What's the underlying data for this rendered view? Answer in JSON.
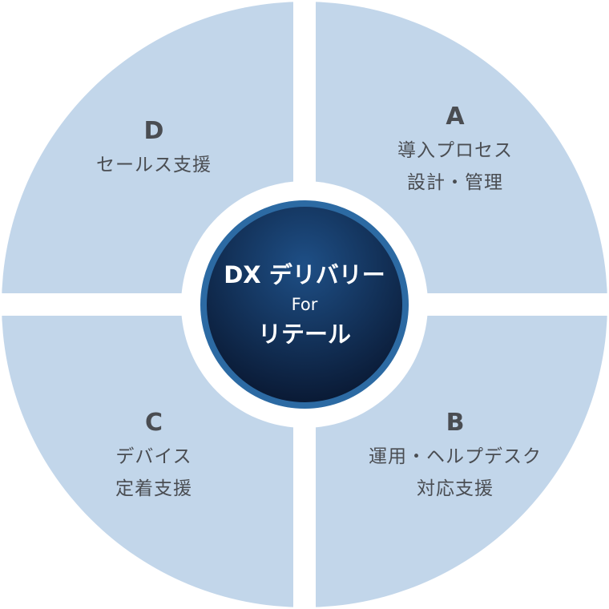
{
  "center": {
    "title": "DX デリバリー",
    "connector": "For",
    "subtitle": "リテール"
  },
  "quadrants": {
    "a": {
      "letter": "A",
      "lines": [
        "導入プロセス",
        "設計・管理"
      ]
    },
    "b": {
      "letter": "B",
      "lines": [
        "運用・ヘルプデスク",
        "対応支援"
      ]
    },
    "c": {
      "letter": "C",
      "lines": [
        "デバイス",
        "定着支援"
      ]
    },
    "d": {
      "letter": "D",
      "lines": [
        "セールス支援"
      ]
    }
  },
  "colors": {
    "quadrant_fill": "#c2d6ea",
    "gap": "#ffffff",
    "center_dark": "#0d1f3d",
    "center_light": "#1e4f86",
    "center_ring": "#2c6aa3",
    "text": "#4a4d52"
  }
}
